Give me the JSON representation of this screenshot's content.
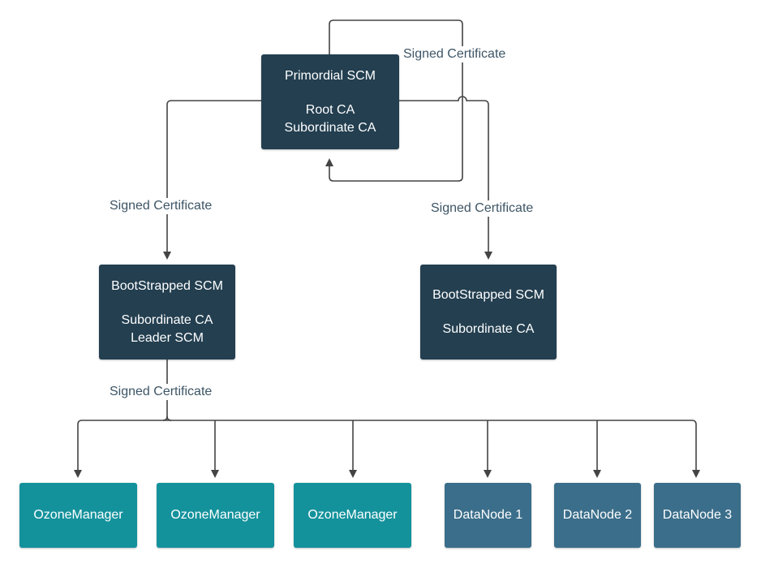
{
  "colors": {
    "scm_box": "#233f50",
    "ozone_manager_box": "#14929c",
    "datanode_box": "#3b6e8a",
    "connector": "#444444",
    "label_text": "#3d5566"
  },
  "nodes": {
    "primordial": {
      "title": "Primordial SCM",
      "role1": "Root CA",
      "role2": "Subordinate CA"
    },
    "bootstrapped_left": {
      "title": "BootStrapped SCM",
      "role1": "Subordinate CA",
      "role2": "Leader SCM"
    },
    "bootstrapped_right": {
      "title": "BootStrapped SCM",
      "role1": "Subordinate CA"
    },
    "ozone_managers": [
      "OzoneManager",
      "OzoneManager",
      "OzoneManager"
    ],
    "datanodes": [
      "DataNode 1",
      "DataNode 2",
      "DataNode 3"
    ]
  },
  "edge_labels": {
    "self_loop": "Signed Certificate",
    "to_left_scm": "Signed Certificate",
    "to_right_scm": "Signed Certificate",
    "to_workers": "Signed Certificate"
  }
}
